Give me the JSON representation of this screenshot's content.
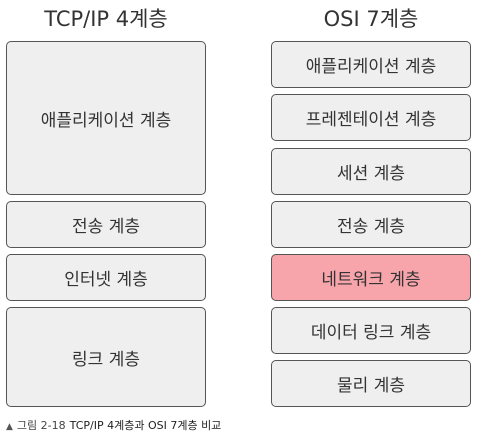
{
  "left_column": {
    "title": "TCP/IP 4계층",
    "layers": [
      "애플리케이션 계층",
      "전송 계층",
      "인터넷 계층",
      "링크 계층"
    ]
  },
  "right_column": {
    "title": "OSI 7계층",
    "layers": [
      "애플리케이션 계층",
      "프레젠테이션 계층",
      "세션 계층",
      "전송 계층",
      "네트워크 계층",
      "데이터 링크 계층",
      "물리 계층"
    ]
  },
  "highlight_color": "#f7a4ab",
  "box_color": "#efefef",
  "caption": {
    "marker": "▲",
    "figure_number": "그림 2-18",
    "title": "TCP/IP 4계층과 OSI 7계층 비교"
  }
}
